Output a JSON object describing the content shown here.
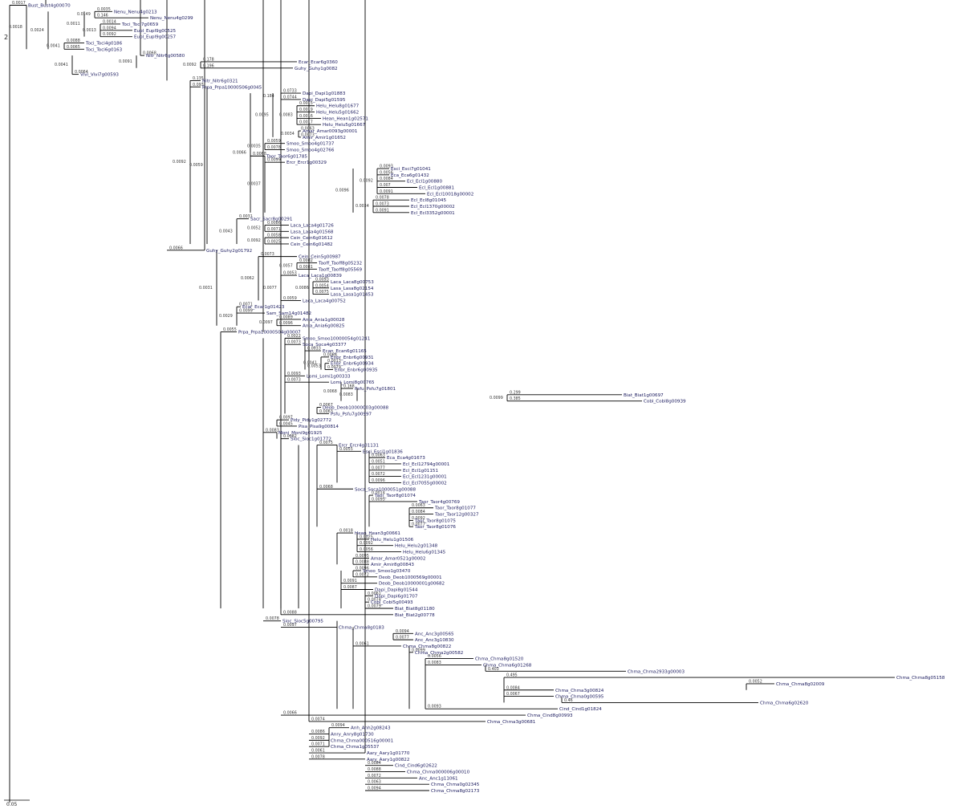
{
  "tree": {
    "line_color": "#000000",
    "label_color": "#1a1a5e",
    "root_marker": "2",
    "scale_bar_label": "0.05",
    "leaves": [
      {
        "label": "Bust_Bust4g00070",
        "len": "0.0017"
      },
      {
        "label": "Nenu_Nenu4g0213",
        "len": "0.0035"
      },
      {
        "label": "Nenu_Nenu4g0299",
        "len": "0.146"
      },
      {
        "label": "Toci_Toci7g0659",
        "len": "0.0014"
      },
      {
        "label": "Eupl_Eupl9g00525",
        "len": "0.0094"
      },
      {
        "label": "Eupl_Eupl9g00257",
        "len": "0.0092"
      },
      {
        "label": "Toci_Toci4g0186",
        "len": "0.0088"
      },
      {
        "label": "Toci_Toci6g0163",
        "len": "0.0065"
      },
      {
        "label": "Nitr_Nitr6g00580",
        "len": "0.0068"
      },
      {
        "label": "Ecar_Ecar6g0360",
        "len": "0.178"
      },
      {
        "label": "Guhy_Guhy1g0082",
        "len": "0.196"
      },
      {
        "label": "Vivi_Vivi7g00593",
        "len": "0.0064"
      },
      {
        "label": "Nitr_Nitr6g0321",
        "len": "0.135"
      },
      {
        "label": "Prpa_Prpa10000506g0045",
        "len": "0.093"
      },
      {
        "label": "Dapi_Dapi1g01883",
        "len": "0.0733"
      },
      {
        "label": "Dapi_Dapi5g01595",
        "len": "0.0744"
      },
      {
        "label": "Helu_Helu8g01677",
        "len": "0.0015"
      },
      {
        "label": "Helu_Helu5g01662",
        "len": "0.0019"
      },
      {
        "label": "Hean_Hean1g02571",
        "len": "0.0016"
      },
      {
        "label": "Helu_Helu5g01667",
        "len": "0.0017"
      },
      {
        "label": "Amar_Amar0093g00001",
        "len": "0.0063"
      },
      {
        "label": "Amir_Amir1g01652",
        "len": "0.0073"
      },
      {
        "label": "Smoo_Smoo4g01737",
        "len": "0.0059"
      },
      {
        "label": "Smoo_Smoo4g02766",
        "len": "0.0078"
      },
      {
        "label": "Taor_Taor6g01785",
        "len": "0.0068"
      },
      {
        "label": "Ercr_Ercr1g00329",
        "len": "0.0099"
      },
      {
        "label": "Esci_Esci7g01041",
        "len": "0.0093"
      },
      {
        "label": "Eca_Eca6g01432",
        "len": "0.0056"
      },
      {
        "label": "Ecl_Ecl1g00880",
        "len": "0.0084"
      },
      {
        "label": "Ecl_Ecl1g00881",
        "len": "0.007"
      },
      {
        "label": "Ecl_Ecl10018g00002",
        "len": "0.0091"
      },
      {
        "label": "Ecl_Ecl8g01045",
        "len": "0.0078"
      },
      {
        "label": "Ecl_Ecl1370g00002",
        "len": "0.0073"
      },
      {
        "label": "Ecl_Ecl3352g00001",
        "len": "0.0091"
      },
      {
        "label": "Sacr_Sacr8g00291",
        "len": "0.0031"
      },
      {
        "label": "Laca_Laca4g01726",
        "len": "0.0086"
      },
      {
        "label": "Lasa_Lasa4g01568",
        "len": "0.0071"
      },
      {
        "label": "Cein_Cein6g01612",
        "len": "0.0058"
      },
      {
        "label": "Cein_Cein6g01482",
        "len": "0.0025"
      },
      {
        "label": "Guhy_Guhy2g01792",
        "len": "0.0066"
      },
      {
        "label": "Cein_Cein5g00987",
        "len": "0.0073"
      },
      {
        "label": "Taoff_Taoff8g05232",
        "len": "0.0082"
      },
      {
        "label": "Taoff_Taoff8g05569",
        "len": "0.0081"
      },
      {
        "label": "Laca_Laca1g00839",
        "len": "0.0053"
      },
      {
        "label": "Laca_Laca8g00753",
        "len": "0.0093"
      },
      {
        "label": "Lasa_Lasa8g02154",
        "len": "0.0054"
      },
      {
        "label": "Lasa_Lasa1g01453",
        "len": "0.0075"
      },
      {
        "label": "Laca_Laca4g00752",
        "len": "0.0059"
      },
      {
        "label": "Ecar_Ecar1g01423",
        "len": "0.0071"
      },
      {
        "label": "Sam_Sam14g01482",
        "len": "0.0099"
      },
      {
        "label": "Ania_Ania1g00028",
        "len": "0.0089"
      },
      {
        "label": "Ania_Ania6g00825",
        "len": "0.0096"
      },
      {
        "label": "Prpa_Prpa10000504g00007",
        "len": "0.0055"
      },
      {
        "label": "Smoo_Smoo10000054g01241",
        "len": "0.0022"
      },
      {
        "label": "Soca_Soca4g03377",
        "len": "0.0073"
      },
      {
        "label": "Ecan_Ecan6g01165",
        "len": "0.0033"
      },
      {
        "label": "Enbr_Enbr6g00931",
        "len": "0.0068"
      },
      {
        "label": "Enbr_Enbr6g00934",
        "len": "0.0013"
      },
      {
        "label": "Enbr_Enbr6g00935",
        "len": "0.0079"
      },
      {
        "label": "Lomi_Lomi1g00333",
        "len": "0.0093"
      },
      {
        "label": "Lomi_Lomi8g00765",
        "len": "0.0073"
      },
      {
        "label": "Psfu_Psfu7g01801",
        "len": "0.168"
      },
      {
        "label": "Biat_Biat1g00697",
        "len": "0.299"
      },
      {
        "label": "Cobl_Cobl8g00939",
        "len": "0.385"
      },
      {
        "label": "Deob_Deob10000003g00088",
        "len": "0.0067"
      },
      {
        "label": "Psfu_Psfu7g00997",
        "len": "0.0063"
      },
      {
        "label": "Pidy_Pidy1g02772",
        "len": "0.0097"
      },
      {
        "label": "Pisa_Pisa9g00814",
        "len": "0.0045"
      },
      {
        "label": "Moni_Moni9g01925",
        "len": "0.0083"
      },
      {
        "label": "Sioc_Sioc1g01772",
        "len": "0.0082"
      },
      {
        "label": "Ercr_Ercr4g01131",
        "len": "0.0075"
      },
      {
        "label": "Esci_Esci1g01836",
        "len": "0.0055"
      },
      {
        "label": "Eca_Eca4g01673",
        "len": "0.0063"
      },
      {
        "label": "Ecl_Ecl12794g00001",
        "len": "0.0051"
      },
      {
        "label": "Ecl_Ecl1g01151",
        "len": "0.0077"
      },
      {
        "label": "Ecl_Ecl1231g00001",
        "len": "0.0072"
      },
      {
        "label": "Ecl_Ecl7055g00002",
        "len": "0.0096"
      },
      {
        "label": "Soca_Soca1000051g00088",
        "len": "0.0068"
      },
      {
        "label": "Taor_Taor8g01074",
        "len": "0.0014"
      },
      {
        "label": "Taor_Taor4g00769",
        "len": "0.0095"
      },
      {
        "label": "Taor_Taor8g01077",
        "len": "0.0063"
      },
      {
        "label": "Taor_Taor12g00327",
        "len": "0.0084"
      },
      {
        "label": "Taor_Taor8g01075",
        "len": "0.0092"
      },
      {
        "label": "Taor_Taor8g01076",
        "len": "0.0077"
      },
      {
        "label": "Hean_Hean3g00661",
        "len": "0.0018"
      },
      {
        "label": "Helu_Helu1g01506",
        "len": "0.0025"
      },
      {
        "label": "Helu_Helu2g01348",
        "len": "0.0092"
      },
      {
        "label": "Helu_Helu6g01345",
        "len": "0.0056"
      },
      {
        "label": "Amar_Amar0521g00002",
        "len": "0.0095"
      },
      {
        "label": "Amir_Amir8g00843",
        "len": "0.0088"
      },
      {
        "label": "Smoo_Smoo1g03470",
        "len": "0.0096"
      },
      {
        "label": "Deob_Deob1000569g00001",
        "len": "0.0072"
      },
      {
        "label": "Deob_Deob10000001g00682",
        "len": "0.0091"
      },
      {
        "label": "Dapi_Dapi8g01544",
        "len": "0.0087"
      },
      {
        "label": "Dapi_Dapi6g01707",
        "len": "0.0061"
      },
      {
        "label": "Cobl_Cobl5g00493",
        "len": "0.0074"
      },
      {
        "label": "Biat_Biat8g01180",
        "len": "0.0079"
      },
      {
        "label": "Biat_Biat2g00778",
        "len": "0.0088"
      },
      {
        "label": "Sioc_Sioc5g00795",
        "len": "0.0078"
      },
      {
        "label": "Chma_Chma8g0183",
        "len": "0.0097"
      },
      {
        "label": "Anc_Anc3g00565",
        "len": "0.0094"
      },
      {
        "label": "Anc_Anc3g10830",
        "len": "0.0077"
      },
      {
        "label": "Chma_Chma8g00822",
        "len": "0.0061"
      },
      {
        "label": "Chma_Chma2g00582",
        "len": "0.0099"
      },
      {
        "label": "Chma_Chma8g01520",
        "len": "0.0056"
      },
      {
        "label": "Chma_Chma6g01268",
        "len": "0.0083"
      },
      {
        "label": "Chma_Chma2933g00003",
        "len": "0.403"
      },
      {
        "label": "Chma_Chma8g05158",
        "len": "0.495"
      },
      {
        "label": "Chma_Chma8g02009",
        "len": "0.0052"
      },
      {
        "label": "Chma_Chma3g00824",
        "len": "0.0084"
      },
      {
        "label": "Chma_Chma0g00595",
        "len": "0.0067"
      },
      {
        "label": "Chma_Chma6g02620",
        "len": "0.46"
      },
      {
        "label": "Cind_Cind1g01824",
        "len": "0.0093"
      },
      {
        "label": "Chma_Cind8g00993",
        "len": "0.0066"
      },
      {
        "label": "Chma_Chma3g00681",
        "len": "0.0074"
      },
      {
        "label": "Anh_Anh2g08243",
        "len": "0.0094"
      },
      {
        "label": "Anry_Anry8g01730",
        "len": "0.0086"
      },
      {
        "label": "Chma_Chma000516g00001",
        "len": "0.0092"
      },
      {
        "label": "Chma_Chma1g05537",
        "len": "0.0071"
      },
      {
        "label": "Aary_Aary1g01770",
        "len": "0.0061"
      },
      {
        "label": "Aary_Aary1g00822",
        "len": "0.0078"
      },
      {
        "label": "Cind_Cind6g02622",
        "len": "0.0084"
      },
      {
        "label": "Chma_Chma000006g00010",
        "len": "0.0088"
      },
      {
        "label": "Anc_Anc1g11061",
        "len": "0.0072"
      },
      {
        "label": "Chma_Chma0g02345",
        "len": "0.0063"
      },
      {
        "label": "Chma_Chma8g02173",
        "len": "0.0094"
      }
    ],
    "internal": [
      {
        "val": "0.0149"
      },
      {
        "val": "0.0013"
      },
      {
        "val": "0.0011"
      },
      {
        "val": "0.0041"
      },
      {
        "val": "0.0024"
      },
      {
        "val": "0.0018"
      },
      {
        "val": "0.0092"
      },
      {
        "val": "0.0091"
      },
      {
        "val": "0.0041"
      },
      {
        "val": "0.184"
      },
      {
        "val": "0.0083"
      },
      {
        "val": "0.0034"
      },
      {
        "val": "0.0095"
      },
      {
        "val": "0.0035"
      },
      {
        "val": "0.0092"
      },
      {
        "val": "0.0034"
      },
      {
        "val": "0.0096"
      },
      {
        "val": "0.0037"
      },
      {
        "val": "0.0066"
      },
      {
        "val": "0.0052"
      },
      {
        "val": "0.0092"
      },
      {
        "val": "0.0043"
      },
      {
        "val": "0.0059"
      },
      {
        "val": "0.0092"
      },
      {
        "val": "0.0057"
      },
      {
        "val": "0.0086"
      },
      {
        "val": "0.0077"
      },
      {
        "val": "0.0062"
      },
      {
        "val": "0.0097"
      },
      {
        "val": "0.0029"
      },
      {
        "val": "0.0031"
      },
      {
        "val": "0.0099"
      },
      {
        "val": "0.0083"
      },
      {
        "val": "0.0068"
      },
      {
        "val": "0.0053"
      },
      {
        "val": "0.0041"
      }
    ]
  }
}
